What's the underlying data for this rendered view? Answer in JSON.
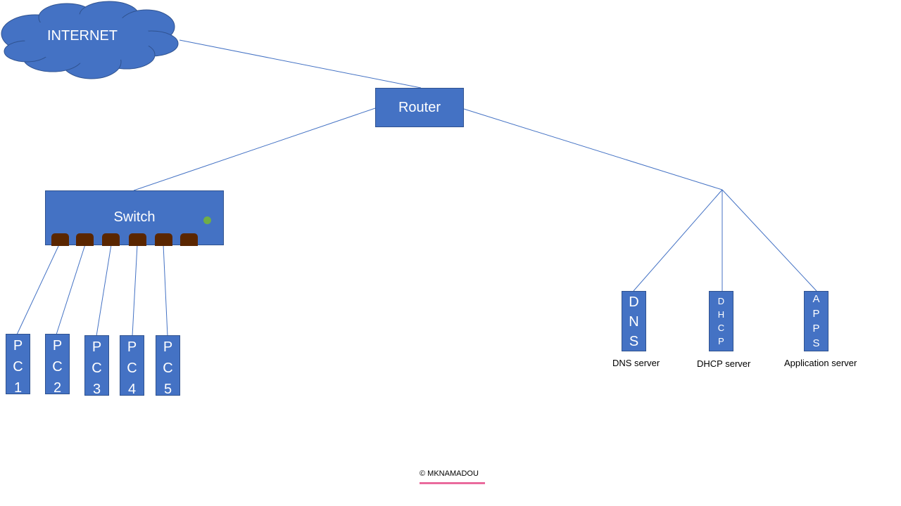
{
  "diagram": {
    "internet": {
      "label": "INTERNET"
    },
    "router": {
      "label": "Router"
    },
    "switch": {
      "label": "Switch"
    },
    "pcs": [
      {
        "label": "PC1",
        "chars": [
          "P",
          "C",
          "1"
        ]
      },
      {
        "label": "PC2",
        "chars": [
          "P",
          "C",
          "2"
        ]
      },
      {
        "label": "PC3",
        "chars": [
          "P",
          "C",
          "3"
        ]
      },
      {
        "label": "PC4",
        "chars": [
          "P",
          "C",
          "4"
        ]
      },
      {
        "label": "PC5",
        "chars": [
          "P",
          "C",
          "5"
        ]
      }
    ],
    "servers": [
      {
        "label": "DNS",
        "chars": [
          "D",
          "N",
          "S"
        ],
        "caption": "DNS server"
      },
      {
        "label": "DHCP",
        "chars": [
          "D",
          "H",
          "C",
          "P"
        ],
        "caption": "DHCP server"
      },
      {
        "label": "APPS",
        "chars": [
          "A",
          "P",
          "P",
          "S"
        ],
        "caption": "Application server"
      }
    ],
    "copyright": "© MKNAMADOU"
  },
  "colors": {
    "node_fill": "#4472c4",
    "node_border": "#2f528f",
    "link": "#4472c4",
    "switch_port": "#5a2600",
    "switch_led": "#70ad47",
    "copyright_underline": "#ea6b9d"
  }
}
